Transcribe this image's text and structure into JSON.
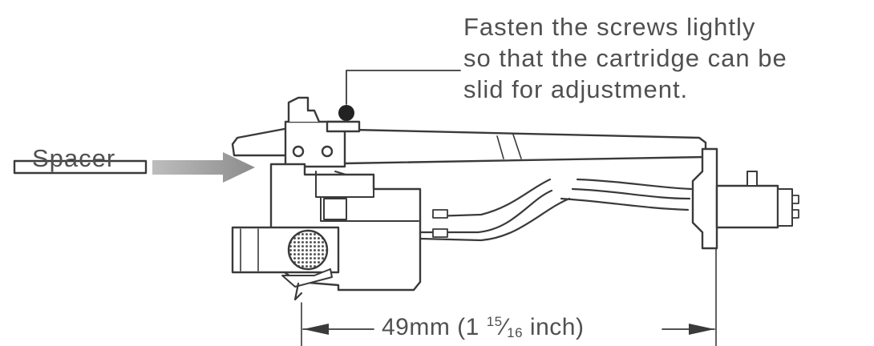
{
  "annotation": {
    "lines": [
      "Fasten the screws lightly",
      "so that the cartridge can be",
      "slid for adjustment."
    ]
  },
  "spacer": {
    "label": "Spacer"
  },
  "dimension": {
    "prefix": "49mm (1",
    "numerator": "15",
    "slash": "⁄",
    "denominator": "16",
    "suffix": "inch)"
  },
  "colors": {
    "line": "#3a3a3a",
    "fill": "#ffffff",
    "arrow": "#9a9a9a",
    "screw_dot": "#222222",
    "text": "#505050"
  }
}
